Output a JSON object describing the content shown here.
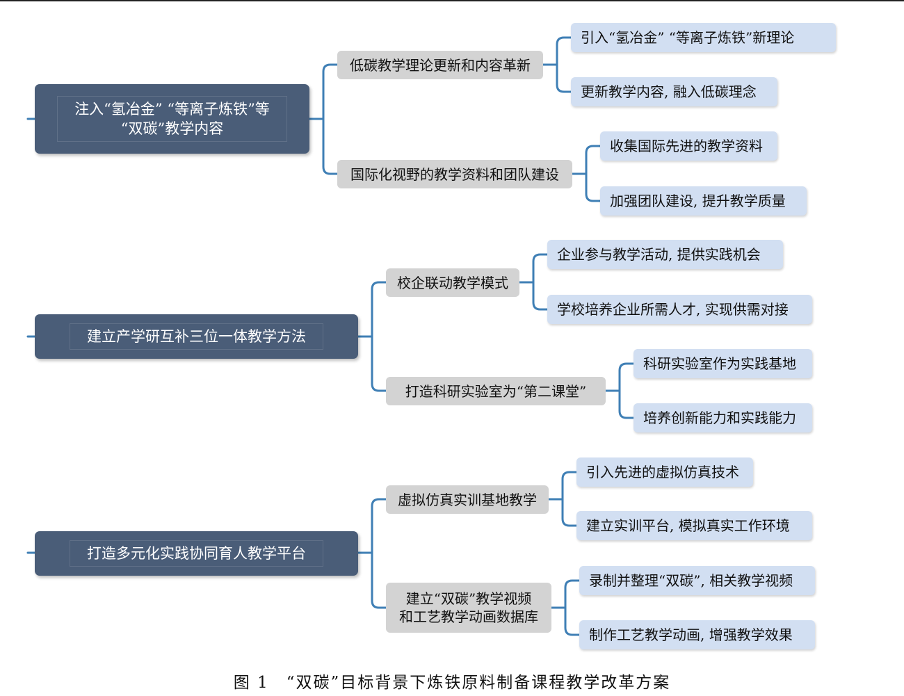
{
  "diagram": {
    "groups": [
      {
        "root": "注入“氢冶金” “等离子炼铁”等\n“双碳”教学内容",
        "branches": [
          {
            "label": "低碳教学理论更新和内容革新",
            "leaves": [
              "引入“氢冶金” “等离子炼铁”新理论",
              "更新教学内容, 融入低碳理念"
            ]
          },
          {
            "label": "国际化视野的教学资料和团队建设",
            "leaves": [
              "收集国际先进的教学资料",
              "加强团队建设, 提升教学质量"
            ]
          }
        ]
      },
      {
        "root": "建立产学研互补三位一体教学方法",
        "branches": [
          {
            "label": "校企联动教学模式",
            "leaves": [
              "企业参与教学活动, 提供实践机会",
              "学校培养企业所需人才, 实现供需对接"
            ]
          },
          {
            "label": "打造科研实验室为“第二课堂”",
            "leaves": [
              "科研实验室作为实践基地",
              "培养创新能力和实践能力"
            ]
          }
        ]
      },
      {
        "root": "打造多元化实践协同育人教学平台",
        "branches": [
          {
            "label": "虚拟仿真实训基地教学",
            "leaves": [
              "引入先进的虚拟仿真技术",
              "建立实训平台, 模拟真实工作环境"
            ]
          },
          {
            "label": "建立“双碳”教学视频\n和工艺教学动画数据库",
            "leaves": [
              "录制并整理“双碳”, 相关教学视频",
              "制作工艺教学动画, 增强教学效果"
            ]
          }
        ]
      }
    ],
    "caption": "图 1　“双碳”目标背景下炼铁原料制备课程教学改革方案",
    "colors": {
      "root_fill": "#4a5d78",
      "branch_fill": "#d3d3d3",
      "leaf_fill": "#d2dff2",
      "connector": "#3f7fb5"
    }
  }
}
